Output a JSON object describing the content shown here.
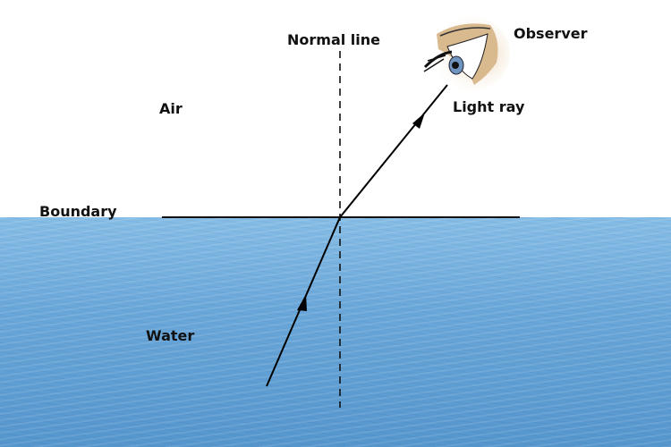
{
  "labels": {
    "normal_line": "Normal line",
    "observer": "Observer",
    "air": "Air",
    "light_ray": "Light ray",
    "boundary": "Boundary",
    "water": "Water"
  },
  "colors": {
    "water": "#6aa7d9",
    "line": "#000000"
  }
}
